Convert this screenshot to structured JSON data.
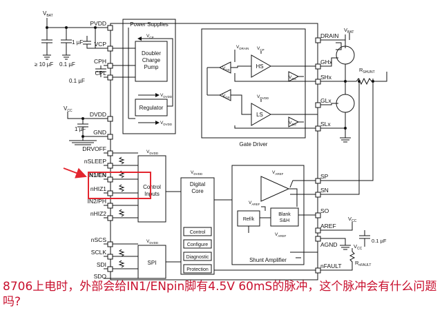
{
  "supply": {
    "vbat": "V",
    "vbat_sub": "BAT",
    "vcc": "V",
    "vcc_sub": "CC",
    "cap_10uf": "≥ 10 µF",
    "cap_01uf_a": "0.1 µF",
    "cap_1uf_a": "1 µF",
    "cap_01uf_b": "0.1 µF",
    "cap_1uf_b": "1 µF"
  },
  "left_pins": {
    "pvdd": "PVDD",
    "vcp": "VCP",
    "cph": "CPH",
    "cpl": "CPL",
    "dvdd": "DVDD",
    "gnd": "GND",
    "drvoff": "DRVOFF",
    "nsleep": "nSLEEP",
    "in1en": "IN1/EN",
    "nhiz1": "nHIZ1",
    "in2ph": "IN2/PH",
    "nhiz2": "nHIZ2",
    "nscs": "nSCS",
    "sclk": "SCLK",
    "sdi": "SDI",
    "sdo": "SDO"
  },
  "right_pins": {
    "drain": "DRAIN",
    "ghx": "GHx",
    "shx": "SHx",
    "glx": "GLx",
    "slx": "SLx",
    "sp": "SP",
    "sn": "SN",
    "so": "SO",
    "aref": "AREF",
    "agnd": "AGND",
    "nfault": "nFAULT"
  },
  "blocks": {
    "power_supplies": "Power Supplies",
    "doubler": [
      "Doubler",
      "Charge",
      "Pump"
    ],
    "regulator": "Regulator",
    "gate_driver": "Gate Driver",
    "hs": "HS",
    "ls": "LS",
    "control_inputs": [
      "Control",
      "Inputs"
    ],
    "digital_core": [
      "Digital",
      "Core"
    ],
    "core_items": [
      "Control",
      "Configure",
      "Diagnostic",
      "Protection"
    ],
    "spi": "SPI",
    "shunt_amplifier": "Shunt Amplifier",
    "refk": "Ref/k",
    "blank": [
      "Blank",
      "S&H"
    ]
  },
  "internal_labels": {
    "v": "V",
    "cp": "CP",
    "dvdd": "DVDD",
    "drain": "DRAIN",
    "gs": "GS",
    "ds": "DS",
    "aref": "AREF",
    "rshunt": "R",
    "rshunt_sub": "SHUNT",
    "rnfault": "R",
    "rnfault_sub": "nFAULT"
  },
  "question": "8706上电时，外部会给IN1/ENpin脚有4.5V 60mS的脉冲，这个脉冲会有什么问题吗?",
  "colors": {
    "line": "#111111",
    "annotation": "#e3262f",
    "question_text": "#c8102e"
  }
}
